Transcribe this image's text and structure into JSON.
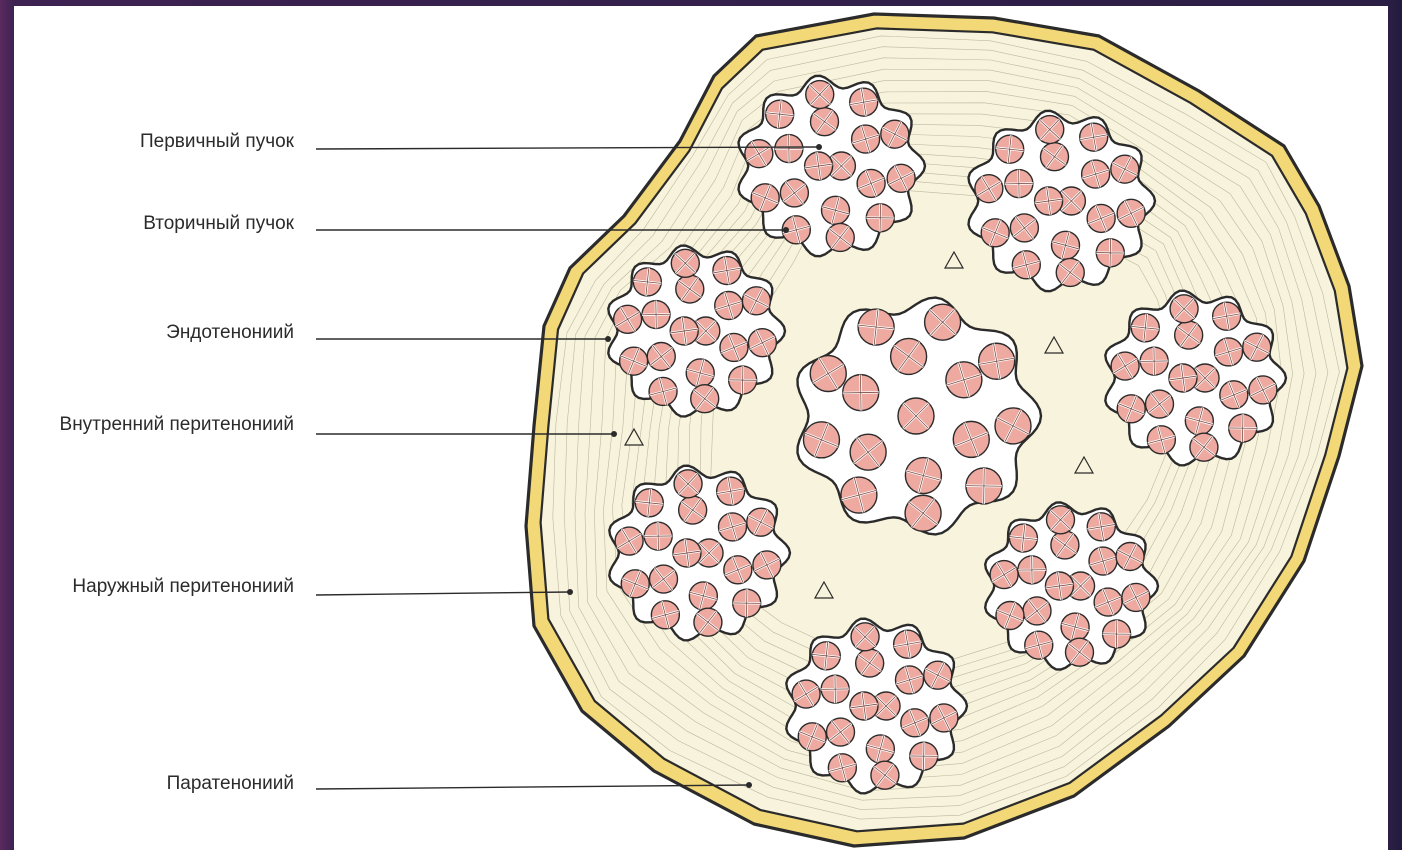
{
  "labels": {
    "primary_bundle": "Первичный пучок",
    "secondary_bundle": "Вторичный пучок",
    "endotenon": "Эндотенониий",
    "internal_peritenon": "Внутренний перитенониий",
    "external_peritenon": "Наружный перитенониий",
    "paratenon": "Паратенониий"
  },
  "colors": {
    "paratenon": "#f3d878",
    "tissue": "#f8f3dc",
    "fiber": "#eeaaa0",
    "outline": "#2b2b2b"
  }
}
